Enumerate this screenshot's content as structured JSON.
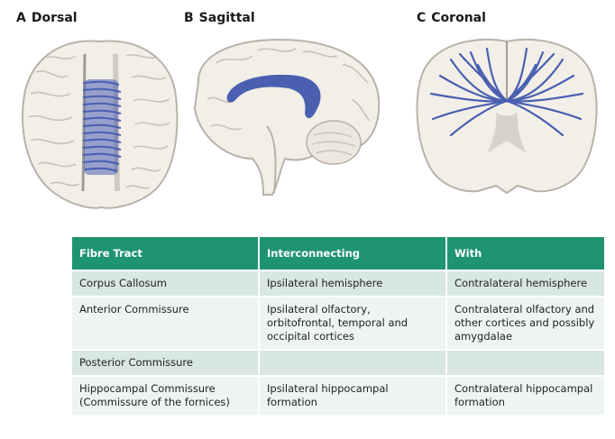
{
  "panels": [
    {
      "letter": "A",
      "title": "Dorsal"
    },
    {
      "letter": "B",
      "title": "Sagittal"
    },
    {
      "letter": "C",
      "title": "Coronal"
    }
  ],
  "colors": {
    "tract_blue": "#4a5fb0",
    "brain_fill": "#f2efe9",
    "brain_line": "#b9b2a8",
    "header_green": "#1f9472",
    "row_shade": "#d9e7e1",
    "row_light": "#eef4f1"
  },
  "table": {
    "headers": [
      "Fibre Tract",
      "Interconnecting",
      "With"
    ],
    "rows": [
      [
        "Corpus Callosum",
        "Ipsilateral hemisphere",
        "Contralateral hemisphere"
      ],
      [
        "Anterior Commissure",
        "Ipsilateral olfactory, orbitofrontal, temporal and occipital cortices",
        "Contralateral olfactory and other cortices and possibly amygdalae"
      ],
      [
        "Posterior Commissure",
        "",
        ""
      ],
      [
        "Hippocampal Commissure (Commissure of the fornices)",
        "Ipsilateral hippocampal formation",
        "Contralateral hippocampal formation"
      ]
    ]
  }
}
